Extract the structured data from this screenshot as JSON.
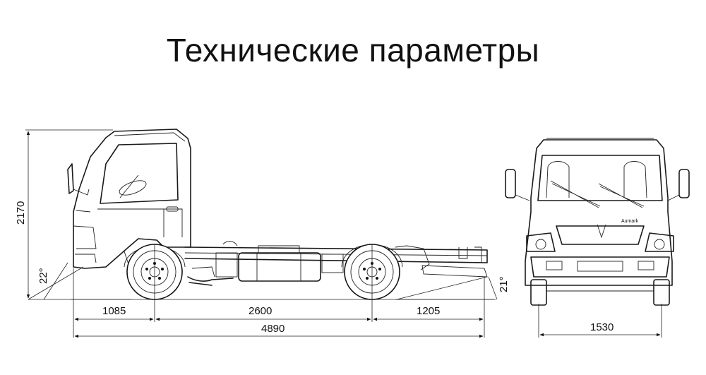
{
  "title": "Технические параметры",
  "dimensions": {
    "front_overhang": "1085",
    "wheelbase": "2600",
    "rear_overhang": "1205",
    "overall_length": "4890",
    "height": "2170",
    "approach_angle": "22°",
    "departure_angle": "21°",
    "track_width": "1530"
  }
}
